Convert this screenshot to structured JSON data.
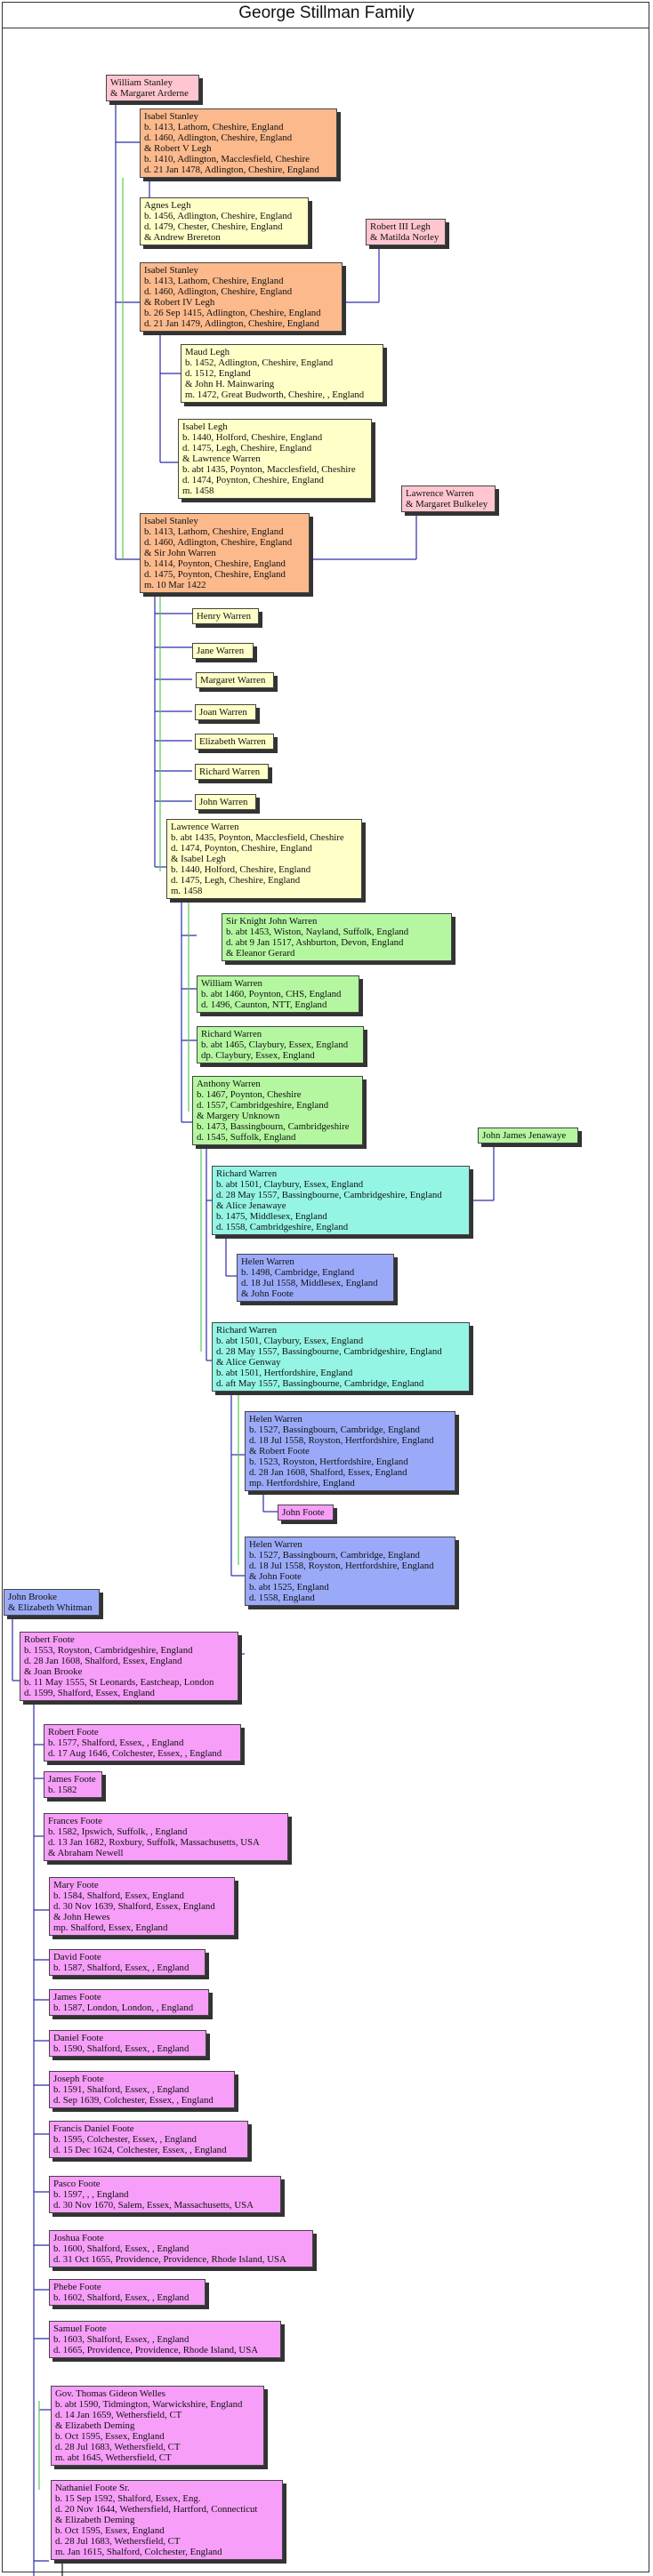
{
  "page": {
    "title": "George Stillman Family"
  },
  "people": {
    "stanley_arderne": {
      "lines": [
        "William Stanley",
        "& Margaret Arderne"
      ]
    },
    "isabel_1": {
      "lines": [
        "Isabel Stanley",
        "b. 1413, Lathom, Cheshire, England",
        "d. 1460, Adlington, Cheshire, England",
        "& Robert V Legh",
        "b. 1410, Adlington, Macclesfield, Cheshire",
        "d. 21 Jan 1478, Adlington, Cheshire, England"
      ]
    },
    "agnes_legh": {
      "lines": [
        "Agnes Legh",
        "b. 1456, Adlington, Cheshire, England",
        "d. 1479, Chester, Cheshire, England",
        "& Andrew Brereton"
      ]
    },
    "robert_legh_iii": {
      "lines": [
        "Robert III Legh",
        "& Matilda Norley"
      ]
    },
    "isabel_2": {
      "lines": [
        "Isabel Stanley",
        "b. 1413, Lathom, Cheshire, England",
        "d. 1460, Adlington, Cheshire, England",
        "& Robert IV Legh",
        "b. 26 Sep 1415, Adlington, Cheshire, England",
        "d. 21 Jan 1479, Adlington, Cheshire, England"
      ]
    },
    "maud_legh": {
      "lines": [
        "Maud Legh",
        "b. 1452, Adlington, Cheshire, England",
        "d. 1512, England",
        "& John H. Mainwaring",
        "m. 1472, Great Budworth, Cheshire, , England"
      ]
    },
    "isabel_legh": {
      "lines": [
        "Isabel Legh",
        "b. 1440, Holford, Cheshire, England",
        "d. 1475, Legh, Cheshire, England",
        "& Lawrence Warren",
        "b. abt 1435, Poynton, Macclesfield, Cheshire",
        "d. 1474, Poynton, Cheshire, England",
        "m. 1458"
      ]
    },
    "warren_bulkeley": {
      "lines": [
        "Lawrence Warren",
        "& Margaret Bulkeley"
      ]
    },
    "isabel_3": {
      "lines": [
        "Isabel Stanley",
        "b. 1413, Lathom, Cheshire, England",
        "d. 1460, Adlington, Cheshire, England",
        "& Sir John Warren",
        "b. 1414, Poynton, Cheshire, England",
        "d. 1475, Poynton, Cheshire, England",
        "m. 10 Mar 1422"
      ]
    },
    "henry_warren": {
      "lines": [
        "Henry Warren"
      ]
    },
    "jane_warren": {
      "lines": [
        "Jane Warren"
      ]
    },
    "margaret_warren": {
      "lines": [
        "Margaret Warren"
      ]
    },
    "joan_warren": {
      "lines": [
        "Joan Warren"
      ]
    },
    "elizabeth_warren": {
      "lines": [
        "Elizabeth Warren"
      ]
    },
    "richard_warren_a": {
      "lines": [
        "Richard Warren"
      ]
    },
    "john_warren": {
      "lines": [
        "John Warren"
      ]
    },
    "lawrence_warren": {
      "lines": [
        "Lawrence Warren",
        "b. abt 1435, Poynton, Macclesfield, Cheshire",
        "d. 1474, Poynton, Cheshire, England",
        "& Isabel Legh",
        "b. 1440, Holford, Cheshire, England",
        "d. 1475, Legh, Cheshire, England",
        "m. 1458"
      ]
    },
    "sir_knight_john": {
      "lines": [
        "Sir Knight John Warren",
        "b. abt 1453, Wiston, Nayland, Suffolk, England",
        "d. abt 9 Jan 1517, Ashburton, Devon, England",
        "& Eleanor Gerard"
      ]
    },
    "william_warren": {
      "lines": [
        "William Warren",
        "b. abt 1460, Poynton, CHS, England",
        "d. 1496, Caunton, NTT, England"
      ]
    },
    "richard_warren_b": {
      "lines": [
        "Richard Warren",
        "b. abt 1465, Claybury, Essex, England",
        "dp. Claybury, Essex, England"
      ]
    },
    "anthony_warren": {
      "lines": [
        "Anthony Warren",
        "b. 1467, Poynton, Cheshire",
        "d. 1557, Cambridgeshire, England",
        "& Margery Unknown",
        "b. 1473, Bassingbourn, Cambridgeshire",
        "d. 1545, Suffolk, England"
      ]
    },
    "john_james_jenawaye": {
      "lines": [
        "John James Jenawaye"
      ]
    },
    "richard_warren_c": {
      "lines": [
        "Richard Warren",
        "b. abt 1501, Claybury, Essex, England",
        "d. 28 May 1557, Bassingbourne, Cambridgeshire, England",
        "& Alice Jenawaye",
        "b. 1475, Middlesex, England",
        "d. 1558, Cambridgeshire, England"
      ]
    },
    "helen_warren_a": {
      "lines": [
        "Helen Warren",
        "b. 1498, Cambridge, England",
        "d. 18 Jul 1558, Middlesex, England",
        "& John Foote"
      ]
    },
    "richard_warren_d": {
      "lines": [
        "Richard Warren",
        "b. abt 1501, Claybury, Essex, England",
        "d. 28 May 1557, Bassingbourne, Cambridgeshire, England",
        "& Alice Genway",
        "b. abt 1501, Hertfordshire, England",
        "d. aft  May 1557, Bassingbourne, Cambridge, England"
      ]
    },
    "helen_warren_b": {
      "lines": [
        "Helen Warren",
        "b. 1527, Bassingbourn, Cambridge, England",
        "d. 18 Jul 1558, Royston, Hertfordshire, England",
        "& Robert Foote",
        "b. 1523, Royston, Hertfordshire, England",
        "d. 28 Jan 1608, Shalford, Essex, England",
        "mp. Hertfordshire, England"
      ]
    },
    "john_foote": {
      "lines": [
        "John Foote"
      ]
    },
    "helen_warren_c": {
      "lines": [
        "Helen Warren",
        "b. 1527, Bassingbourn, Cambridge, England",
        "d. 18 Jul 1558, Royston, Hertfordshire, England",
        "& John Foote",
        "b. abt 1525, England",
        "d. 1558, England"
      ]
    },
    "brooke_whitman": {
      "lines": [
        "John Brooke",
        "& Elizabeth Whitman"
      ]
    },
    "robert_foote_sr": {
      "lines": [
        "Robert Foote",
        "b. 1553, Royston, Cambridgeshire, England",
        "d. 28 Jan 1608, Shalford, Essex, England",
        "& Joan Brooke",
        "b. 11 May 1555, St Leonards, Eastcheap, London",
        "d. 1599, Shalford, Essex, England"
      ]
    },
    "robert_foote_jr": {
      "lines": [
        "Robert Foote",
        "b. 1577, Shalford, Essex, , England",
        "d. 17 Aug 1646, Colchester, Essex, , England"
      ]
    },
    "james_foote_1582": {
      "lines": [
        "James Foote",
        "b. 1582"
      ]
    },
    "frances_foote": {
      "lines": [
        "Frances Foote",
        "b. 1582, Ipswich, Suffolk, , England",
        "d. 13 Jan 1682, Roxbury, Suffolk, Massachusetts, USA",
        "& Abraham Newell"
      ]
    },
    "mary_foote": {
      "lines": [
        "Mary Foote",
        "b. 1584, Shalford, Essex, England",
        "d. 30 Nov 1639, Shalford, Essex, England",
        "& John Hewes",
        "mp. Shalford, Essex, England"
      ]
    },
    "david_foote": {
      "lines": [
        "David Foote",
        "b. 1587, Shalford, Essex, , England"
      ]
    },
    "james_foote_1587": {
      "lines": [
        "James Foote",
        "b. 1587, London, London, , England"
      ]
    },
    "daniel_foote": {
      "lines": [
        "Daniel Foote",
        "b. 1590, Shalford, Essex, , England"
      ]
    },
    "joseph_foote": {
      "lines": [
        "Joseph Foote",
        "b. 1591, Shalford, Essex, , England",
        "d. Sep 1639, Colchester, Essex, , England"
      ]
    },
    "francis_daniel_foote": {
      "lines": [
        "Francis Daniel Foote",
        "b. 1595, Colchester, Essex, , England",
        "d. 15 Dec 1624, Colchester, Essex, , England"
      ]
    },
    "pasco_foote": {
      "lines": [
        "Pasco Foote",
        "b. 1597, , , England",
        "d. 30 Nov 1670, Salem, Essex, Massachusetts, USA"
      ]
    },
    "joshua_foote": {
      "lines": [
        "Joshua Foote",
        "b. 1600, Shalford, Essex, , England",
        "d. 31 Oct 1655, Providence, Providence, Rhode Island, USA"
      ]
    },
    "phebe_foote": {
      "lines": [
        "Phebe Foote",
        "b. 1602, Shalford, Essex, , England"
      ]
    },
    "samuel_foote": {
      "lines": [
        "Samuel Foote",
        "b. 1603, Shalford, Essex, , England",
        "d. 1665, Providence, Providence, Rhode Island, USA"
      ]
    },
    "gov_welles": {
      "lines": [
        "Gov. Thomas Gideon Welles",
        "b. abt 1590, Tidmington, Warwickshire, England",
        "d. 14 Jan 1659, Wethersfield, CT",
        "& Elizabeth Deming",
        "b. Oct 1595, Essex, England",
        "d. 28 Jul 1683, Wethersfield, CT",
        "m. abt 1645, Wethersfield, CT"
      ]
    },
    "nathaniel_foote": {
      "lines": [
        "Nathaniel Foote Sr.",
        "b. 15 Sep 1592, Shalford, Essex, Eng.",
        "d. 20 Nov 1644, Wethersfield, Hartford, Connecticut",
        "& Elizabeth Deming",
        "b. Oct 1595, Essex, England",
        "d. 28 Jul 1683, Wethersfield, CT",
        "m. Jan 1615, Shalford, Colchester, England"
      ]
    }
  }
}
